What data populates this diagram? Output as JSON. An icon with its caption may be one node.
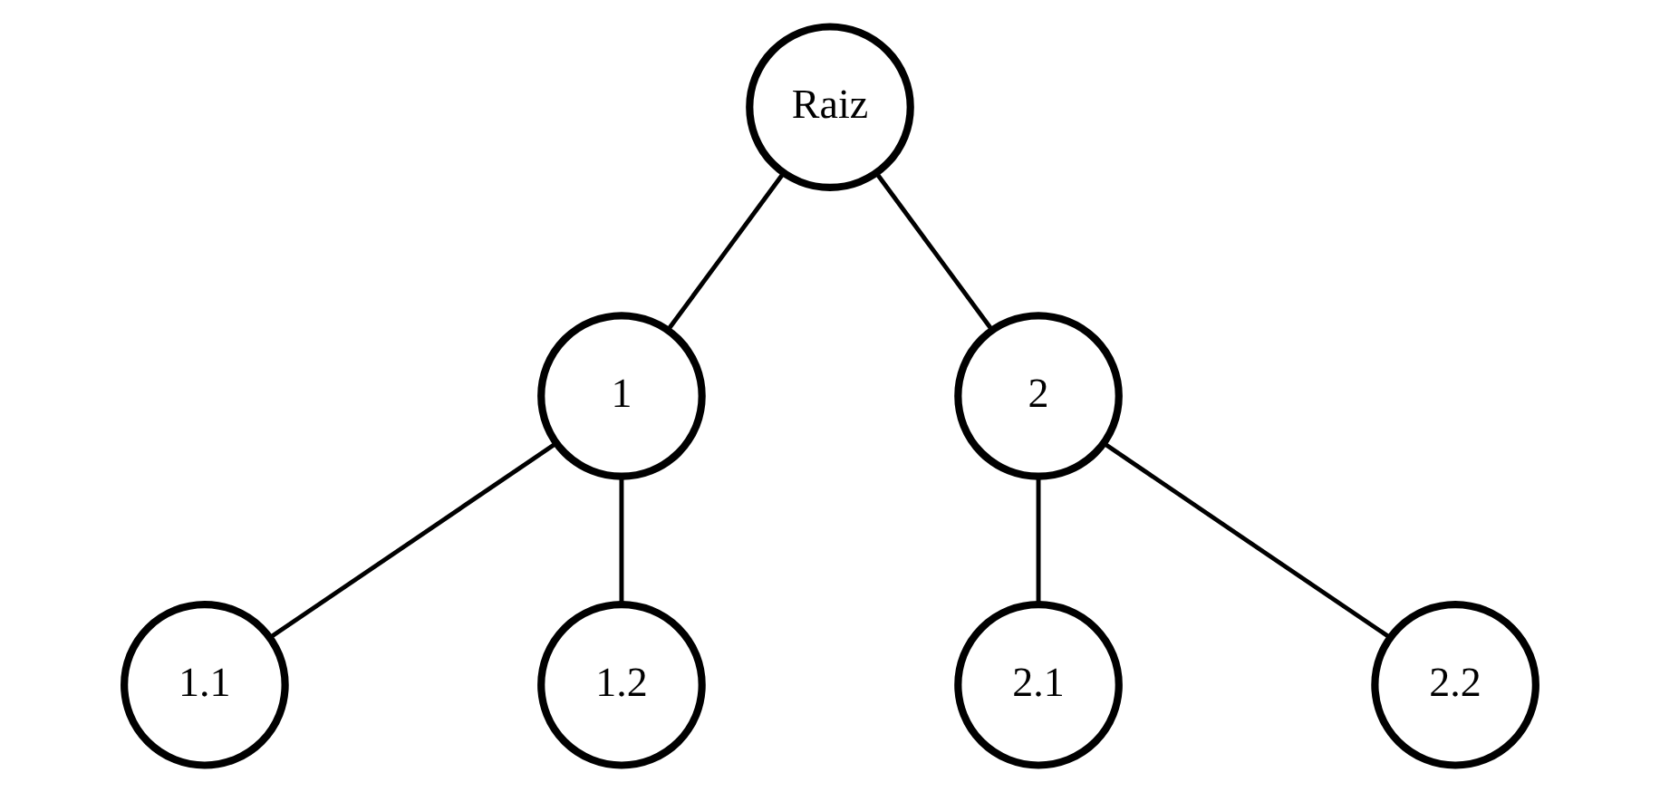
{
  "diagram": {
    "nodes": [
      {
        "text": [
          "Raiz"
        ]
      },
      {
        "text": [
          "1"
        ]
      },
      {
        "text": [
          "2"
        ]
      },
      {
        "text": [
          "1.1"
        ]
      },
      {
        "text": [
          "1.2"
        ]
      },
      {
        "text": [
          "2.1"
        ]
      },
      {
        "text": [
          "2.2"
        ]
      }
    ],
    "edges": [
      {
        "from": 0,
        "to": 1,
        "arrow": "none"
      },
      {
        "from": 0,
        "to": 2,
        "arrow": "none"
      },
      {
        "from": 1,
        "to": 3,
        "arrow": "none"
      },
      {
        "from": 1,
        "to": 4,
        "arrow": "none"
      },
      {
        "from": 2,
        "to": 5,
        "arrow": "none"
      },
      {
        "from": 2,
        "to": 6,
        "arrow": "none"
      }
    ]
  }
}
